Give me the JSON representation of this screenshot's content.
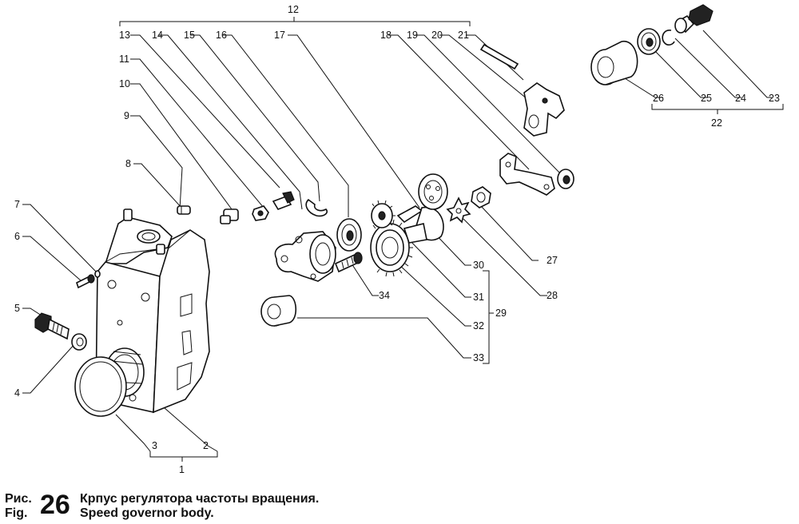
{
  "figure": {
    "prefix_ru": "Рис.",
    "prefix_en": "Fig.",
    "number": "26",
    "title_ru": "Крпус регулятора частоты вращения.",
    "title_en": "Speed governor body."
  },
  "callouts": {
    "c1": "1",
    "c2": "2",
    "c3": "3",
    "c4": "4",
    "c5": "5",
    "c6": "6",
    "c7": "7",
    "c8": "8",
    "c9": "9",
    "c10": "10",
    "c11": "11",
    "c12": "12",
    "c13": "13",
    "c14": "14",
    "c15": "15",
    "c16": "16",
    "c17": "17",
    "c18": "18",
    "c19": "19",
    "c20": "20",
    "c21": "21",
    "c22": "22",
    "c23": "23",
    "c24": "24",
    "c25": "25",
    "c26": "26",
    "c27": "27",
    "c28": "28",
    "c29": "29",
    "c30": "30",
    "c31": "31",
    "c32": "32",
    "c33": "33",
    "c34": "34"
  }
}
